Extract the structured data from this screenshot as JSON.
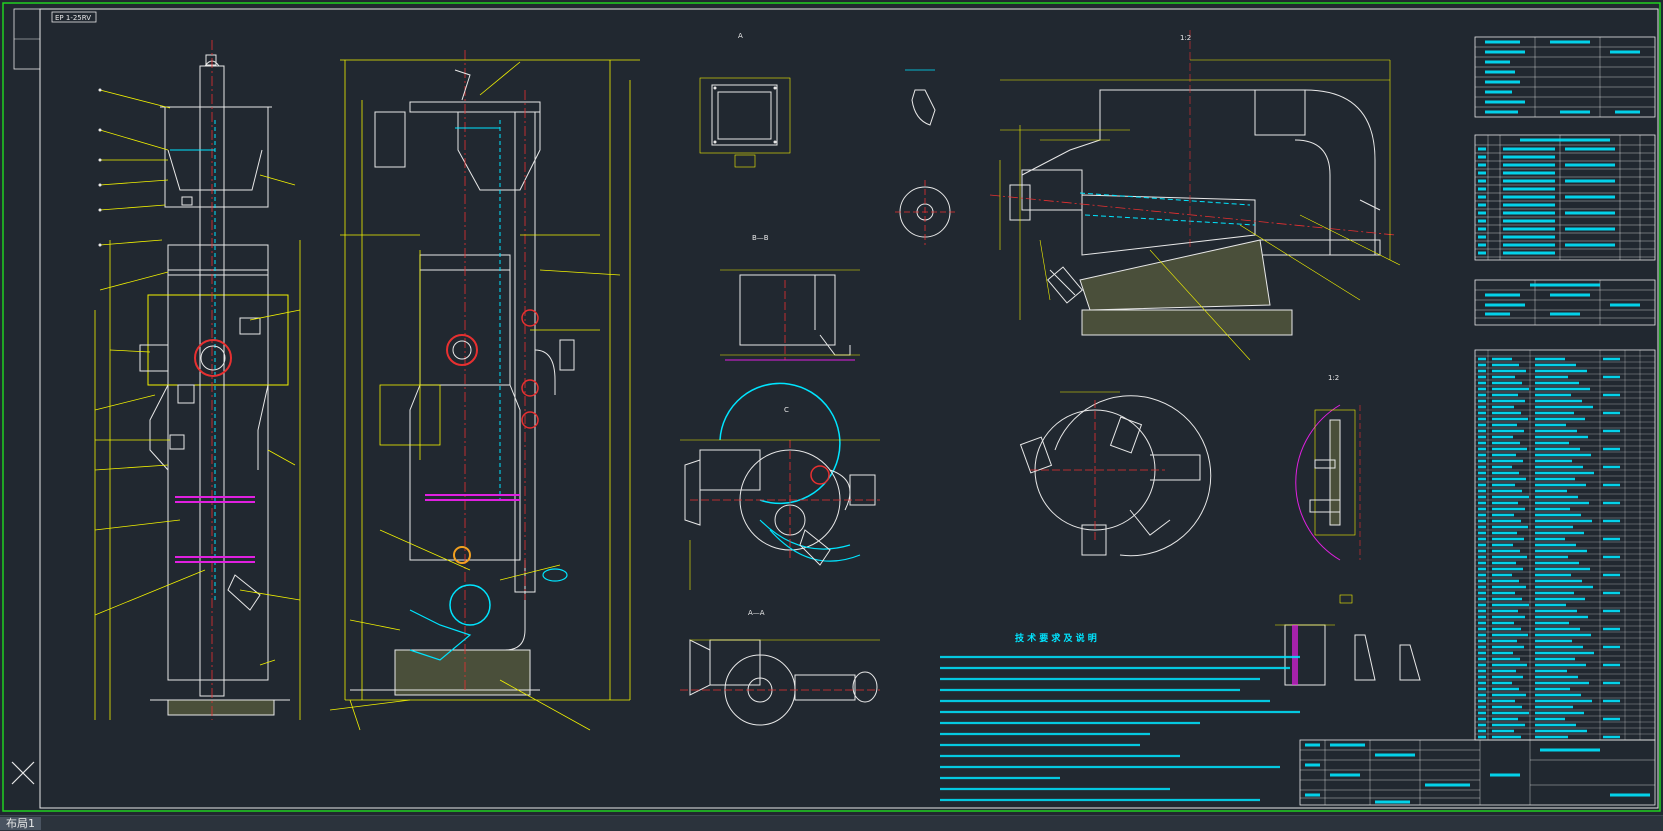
{
  "drawing": {
    "tag_label": "EP 1-25RV",
    "notes_title": "技 术 要 求 及 说 明",
    "view_labels": {
      "top_a": "A",
      "b_b": "B—B",
      "c": "C",
      "a_a": "A—A",
      "upper_right": "1:2",
      "detail_e": "1:2"
    }
  },
  "layout_tab": {
    "label": "布局1"
  },
  "colors": {
    "background": "#212830",
    "line_white": "#e8e8e8",
    "line_yellow": "#f2f200",
    "line_red": "#e83030",
    "line_cyan": "#00e5ff",
    "line_magenta": "#e020e0",
    "line_green": "#20d020"
  }
}
